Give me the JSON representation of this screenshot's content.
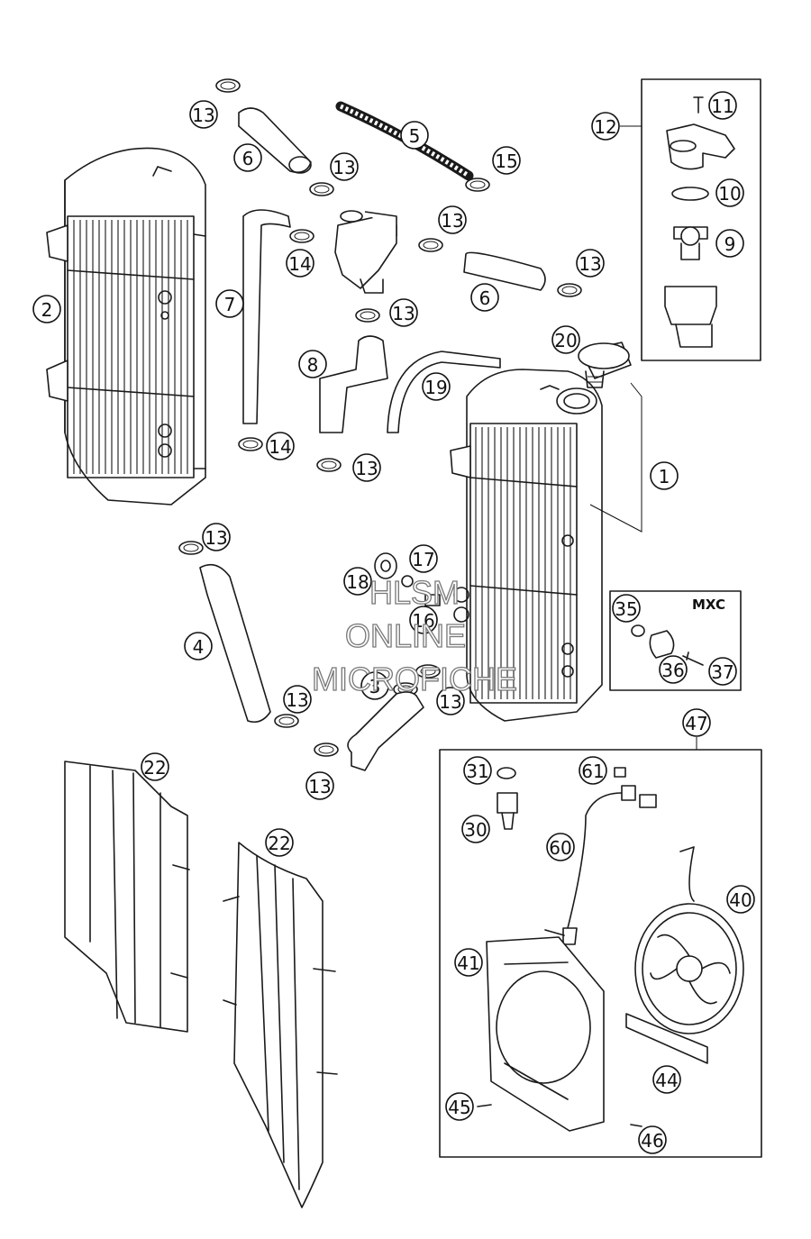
{
  "callouts": {
    "c1": "1",
    "c2": "2",
    "c3": "3",
    "c4": "4",
    "c5": "5",
    "c6a": "6",
    "c6b": "6",
    "c7": "7",
    "c8": "8",
    "c9": "9",
    "c10": "10",
    "c11": "11",
    "c12": "12",
    "c13a": "13",
    "c13b": "13",
    "c13c": "13",
    "c13d": "13",
    "c13e": "13",
    "c13f": "13",
    "c13g": "13",
    "c13h": "13",
    "c13i": "13",
    "c13j": "13",
    "c14a": "14",
    "c14b": "14",
    "c15": "15",
    "c16": "16",
    "c17": "17",
    "c18": "18",
    "c19": "19",
    "c20": "20",
    "c22a": "22",
    "c22b": "22",
    "c30": "30",
    "c31": "31",
    "c35": "35",
    "c36": "36",
    "c37": "37",
    "c40": "40",
    "c41": "41",
    "c44": "44",
    "c45": "45",
    "c46": "46",
    "c47": "47",
    "c60": "60",
    "c61": "61"
  },
  "mxc_label": "MXC",
  "watermark": {
    "line1": "HLSM",
    "line2": "ONLINE",
    "line3": "MICROFICHE"
  }
}
